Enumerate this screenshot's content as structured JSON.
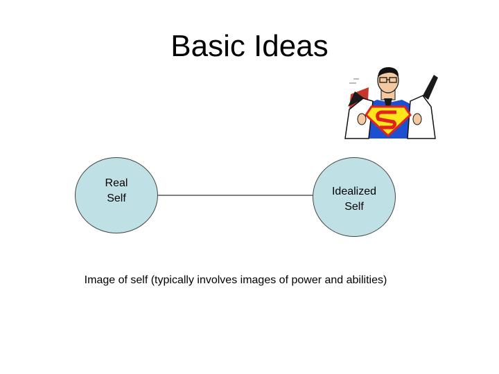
{
  "slide": {
    "title": "Basic Ideas",
    "caption": "Image of self (typically involves images of power and abilities)"
  },
  "nodes": {
    "real_self": "Real\nSelf",
    "idealized_self": "Idealized\nSelf"
  },
  "illustration": {
    "icon": "superhero-reveal-illustration"
  },
  "colors": {
    "node_fill": "#bfe1e6",
    "node_border": "#444444",
    "connector": "#000000",
    "shield_red": "#e0231e",
    "shield_yellow": "#ffe51a",
    "suit_blue": "#1f4fd1"
  }
}
